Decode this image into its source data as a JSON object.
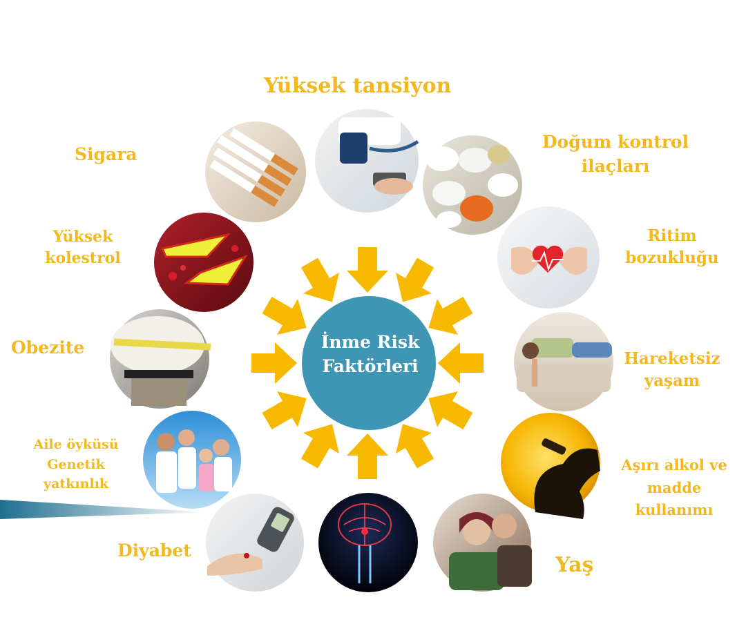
{
  "center": {
    "line1": "İnme Risk",
    "line2": "Faktörleri",
    "color": "#3f96b4"
  },
  "colors": {
    "label": "#f2b820",
    "arrow": "#f6b900",
    "accent_line": "#1f6f8f"
  },
  "factors": [
    {
      "lines": [
        "Yüksek tansiyon"
      ],
      "icon": "blood-pressure-cuff-photo"
    },
    {
      "lines": [
        "Doğum kontrol",
        "ilaçları"
      ],
      "icon": "pills-photo"
    },
    {
      "lines": [
        "Ritim",
        "bozukluğu"
      ],
      "icon": "heart-rhythm-photo"
    },
    {
      "lines": [
        "Hareketsiz",
        "yaşam"
      ],
      "icon": "person-on-sofa-photo"
    },
    {
      "lines": [
        "Aşırı alkol ve",
        "madde",
        "kullanımı"
      ],
      "icon": "drinking-silhouette-photo"
    },
    {
      "lines": [
        "Yaş"
      ],
      "icon": "elderly-couple-photo"
    },
    {
      "lines": [],
      "icon": "brain-scan-photo"
    },
    {
      "lines": [
        "Diyabet"
      ],
      "icon": "glucose-meter-photo"
    },
    {
      "lines": [
        "Aile öyküsü",
        "Genetik",
        "yatkınlık"
      ],
      "icon": "family-photo"
    },
    {
      "lines": [
        "Obezite"
      ],
      "icon": "waist-measuring-photo"
    },
    {
      "lines": [
        "Yüksek",
        "kolestrol"
      ],
      "icon": "clogged-artery-photo"
    },
    {
      "lines": [
        "Sigara"
      ],
      "icon": "cigarettes-photo"
    }
  ]
}
